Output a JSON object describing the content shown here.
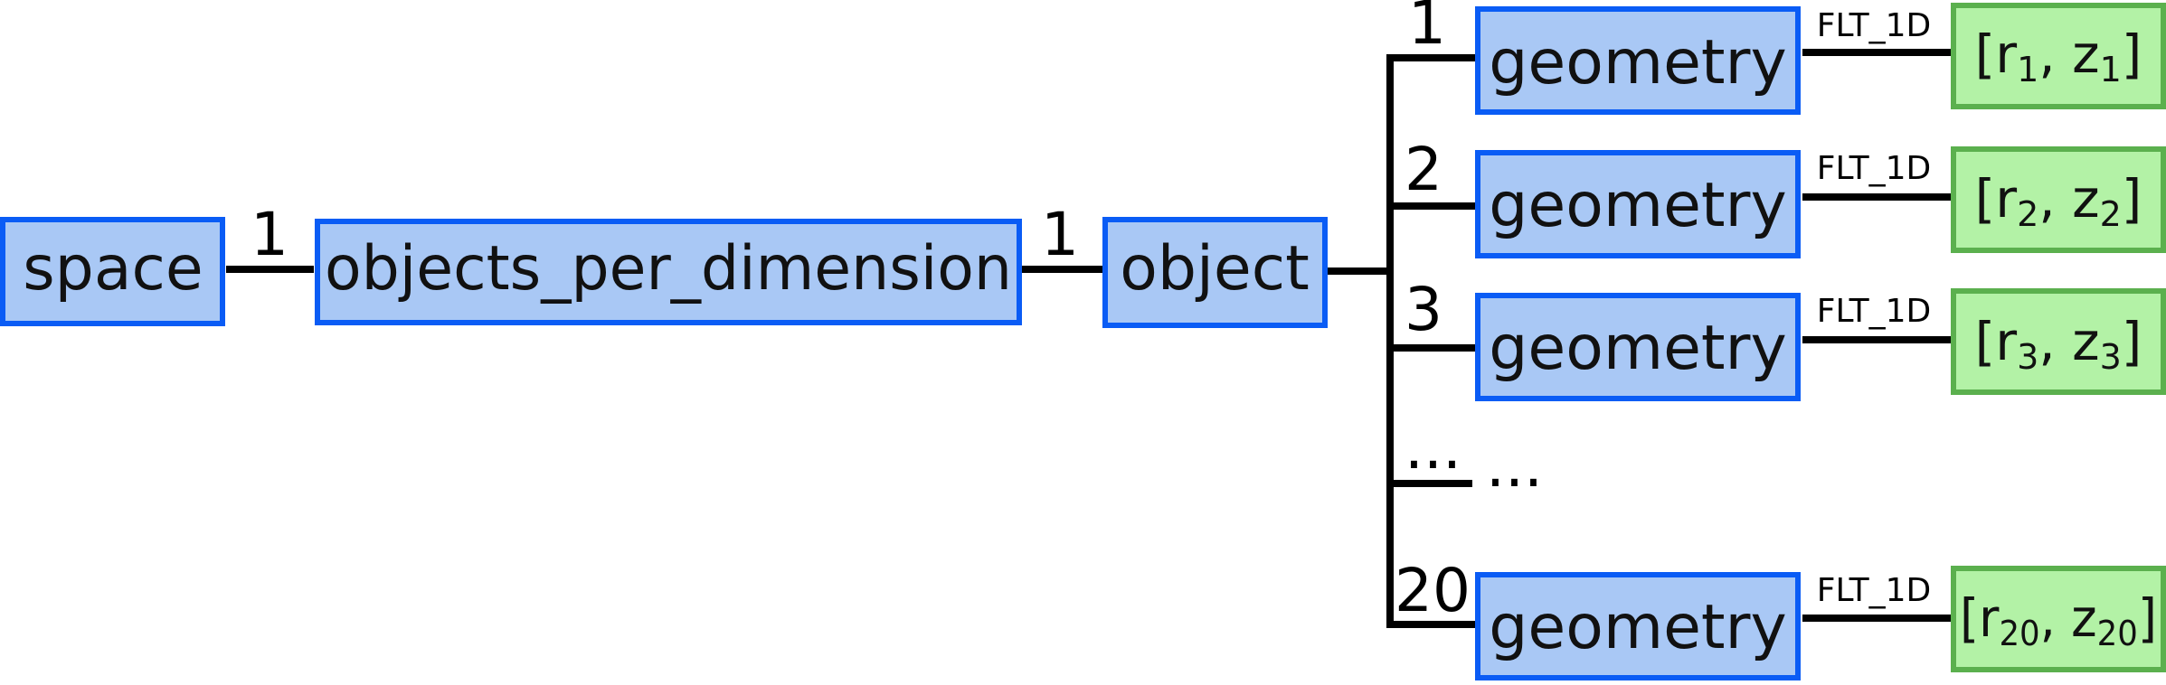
{
  "nodes": {
    "space": "space",
    "objects_per_dimension": "objects_per_dimension",
    "object": "object",
    "geometry": "geometry"
  },
  "edges": {
    "space_to_opd": "1",
    "opd_to_object": "1"
  },
  "branches": [
    {
      "index": "1",
      "type": "FLT_1D",
      "leaf": {
        "r_sub": "1",
        "z_sub": "1"
      }
    },
    {
      "index": "2",
      "type": "FLT_1D",
      "leaf": {
        "r_sub": "2",
        "z_sub": "2"
      }
    },
    {
      "index": "3",
      "type": "FLT_1D",
      "leaf": {
        "r_sub": "3",
        "z_sub": "3"
      }
    },
    {
      "index": "...",
      "ellipsis": "..."
    },
    {
      "index": "20",
      "type": "FLT_1D",
      "leaf": {
        "r_sub": "20",
        "z_sub": "20"
      }
    }
  ],
  "leaf_template": {
    "open": "[r",
    "sep": ", z",
    "close": "]"
  },
  "colors": {
    "blue_fill": "#a9c8f5",
    "blue_stroke": "#0a5cf5",
    "green_fill": "#b3f2a6",
    "green_stroke": "#5bb04e"
  }
}
